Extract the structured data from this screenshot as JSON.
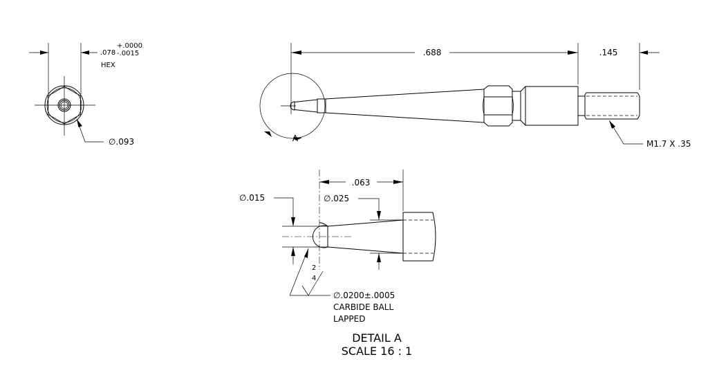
{
  "drawing": {
    "type": "engineering-drawing",
    "subject": "probe stylus with carbide ball"
  },
  "end_view": {
    "hex_dim_nominal": ".078",
    "hex_tol_plus": "+.0000",
    "hex_tol_minus": "-.0015",
    "hex_label": "HEX",
    "diameter_label": "∅.093"
  },
  "side_view": {
    "length_dim": ".688",
    "thread_length_dim": ".145",
    "thread_callout": "M1.7 X .35",
    "detail_marker": "A"
  },
  "detail_a": {
    "length_dim": ".063",
    "tip_diameter": "∅.015",
    "taper_diameter": "∅.025",
    "surface_finish_top": "2",
    "surface_finish_bottom": "4",
    "ball_spec": "∅.0200±.0005",
    "ball_material": "CARBIDE BALL",
    "ball_finish": "LAPPED",
    "title": "DETAIL A",
    "scale": "SCALE 16 : 1"
  }
}
